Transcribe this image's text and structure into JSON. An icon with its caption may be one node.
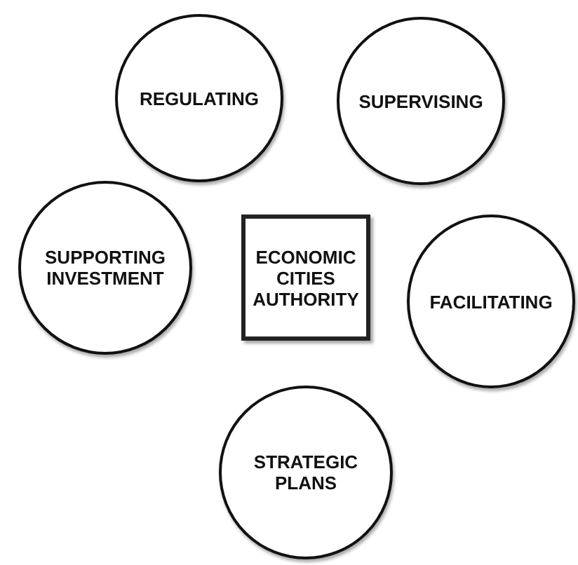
{
  "diagram": {
    "nodes": [
      {
        "text": [
          "REGULATING"
        ]
      },
      {
        "text": [
          "SUPERVISING"
        ]
      },
      {
        "text": [
          "SUPPORTING INVESTMENT"
        ]
      },
      {
        "text": [
          "ECONOMIC CITIES AUTHORITY"
        ]
      },
      {
        "text": [
          "FACILITATING"
        ]
      },
      {
        "text": [
          "STRATEGIC PLANS"
        ]
      }
    ]
  }
}
